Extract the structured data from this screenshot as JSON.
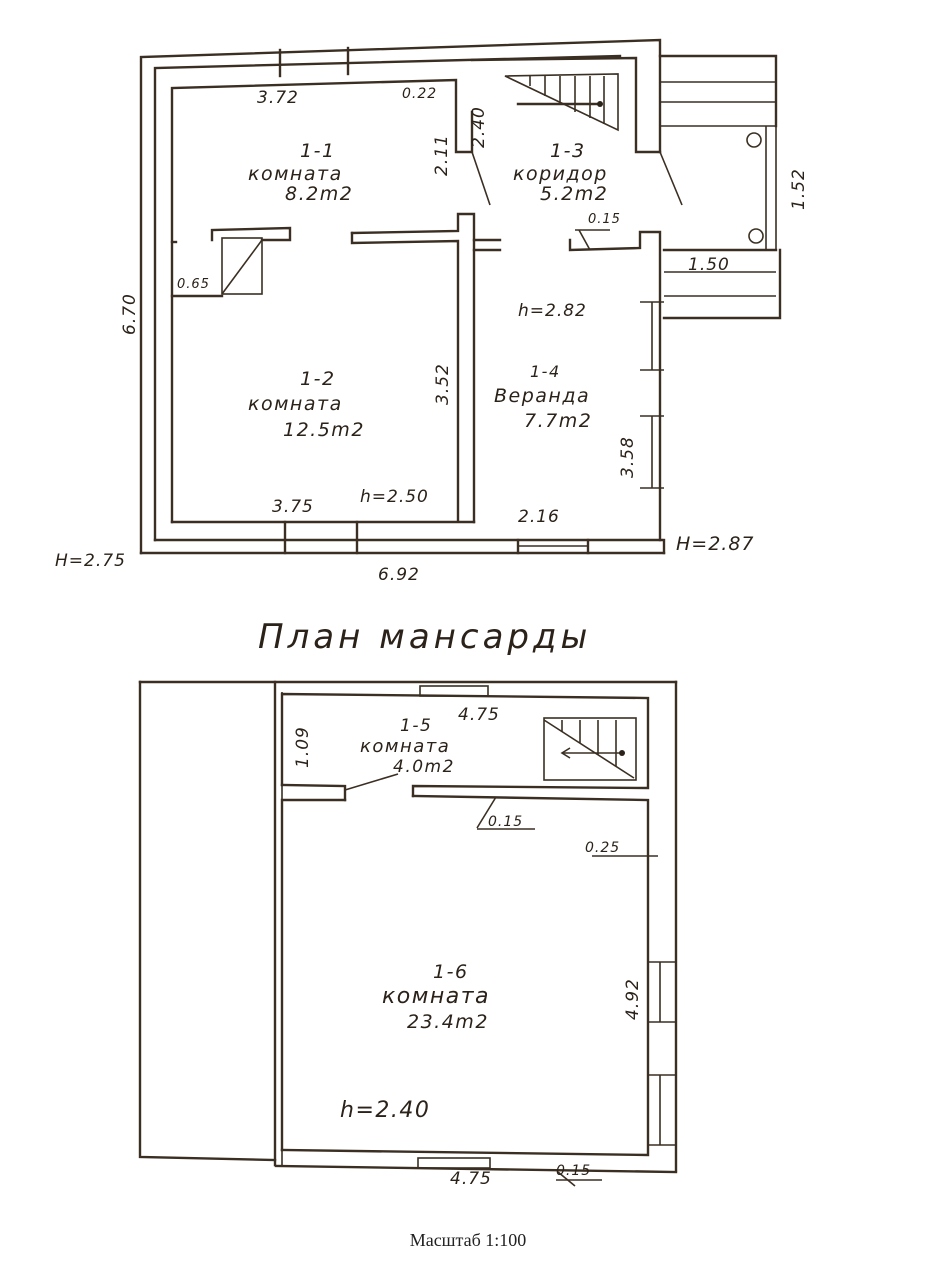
{
  "ground_floor": {
    "rooms": [
      {
        "id": "1-1",
        "name": "комната",
        "area": "8.2m2",
        "width": "3.72",
        "height": null
      },
      {
        "id": "1-2",
        "name": "комната",
        "area": "12.5m2",
        "width": "3.75",
        "depth": "3.52",
        "ceiling": "h=2.50"
      },
      {
        "id": "1-3",
        "name": "коридор",
        "area": "5.2m2",
        "depth": "2.40"
      },
      {
        "id": "1-4",
        "name": "Веранда",
        "area": "7.7m2",
        "width": "2.16",
        "depth": "3.58",
        "ceiling": "h=2.82"
      }
    ],
    "dimensions": {
      "overall_width": "6.92",
      "overall_depth": "6.70",
      "wall_022": "0.22",
      "partition_211": "2.11",
      "corridor_240": "2.40",
      "door_015": "0.15",
      "stove_065": "0.65",
      "porch_width": "1.50",
      "porch_depth": "1.52",
      "outer_height_left": "H=2.75",
      "outer_height_right": "H=2.87"
    }
  },
  "attic": {
    "title": "План мансарды",
    "rooms": [
      {
        "id": "1-5",
        "name": "комната",
        "area": "4.0m2",
        "width": "4.75",
        "depth": "1.09"
      },
      {
        "id": "1-6",
        "name": "комната",
        "area": "23.4m2",
        "width": "4.75",
        "depth": "4.92",
        "ceiling": "h=2.40"
      }
    ],
    "dimensions": {
      "door_015_top": "0.15",
      "wall_025": "0.25",
      "door_015_bottom": "0.15"
    }
  },
  "caption": "Масштаб 1:100"
}
